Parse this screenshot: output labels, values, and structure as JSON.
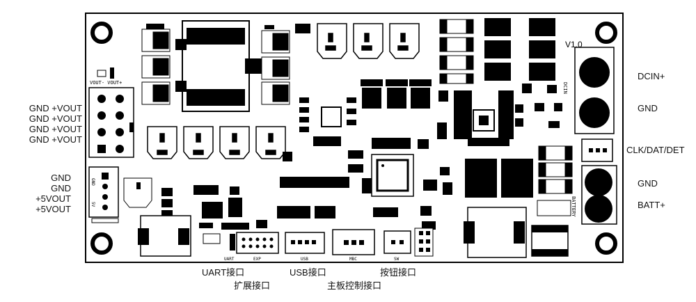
{
  "board": {
    "version": "V1.0",
    "silk": {
      "vout": "VOUT-  VOUT+",
      "gnd": "GND",
      "v5": "5V",
      "uart": "UART",
      "exp": "EXP",
      "usb": "USB",
      "mbc": "MBC",
      "sw": "SW",
      "dcin": "DCIN",
      "battery": "BATTERY"
    }
  },
  "left_labels": {
    "vout": [
      "GND  +VOUT",
      "GND  +VOUT",
      "GND  +VOUT",
      "GND  +VOUT"
    ],
    "five_v": [
      "GND",
      "GND",
      "+5VOUT",
      "+5VOUT"
    ]
  },
  "right_labels": {
    "dcin_plus": "DCIN+",
    "gnd_1": "GND",
    "clk": "CLK/DAT/DET",
    "gnd_2": "GND",
    "batt_plus": "BATT+"
  },
  "bottom_labels": {
    "uart": "UART接口",
    "exp": "扩展接口",
    "usb": "USB接口",
    "mbc": "主板控制接口",
    "button": "按钮接口"
  },
  "colors": {
    "ink": "#000000",
    "board": "#ffffff"
  }
}
